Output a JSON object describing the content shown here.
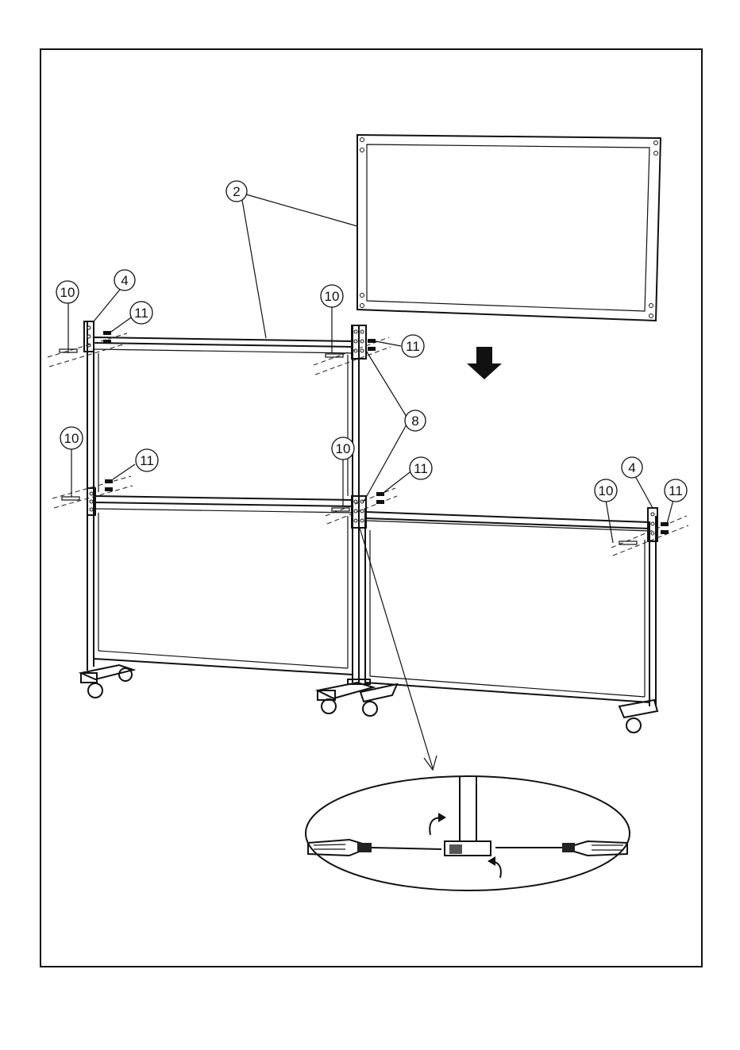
{
  "callouts": [
    {
      "label": "2"
    },
    {
      "label": "4"
    },
    {
      "label": "10"
    },
    {
      "label": "11"
    },
    {
      "label": "10"
    },
    {
      "label": "11"
    },
    {
      "label": "10"
    },
    {
      "label": "11"
    },
    {
      "label": "10"
    },
    {
      "label": "11"
    },
    {
      "label": "8"
    },
    {
      "label": "4"
    },
    {
      "label": "10"
    },
    {
      "label": "11"
    }
  ],
  "icons": {
    "arrow": "down-arrow-icon",
    "rotate_top": "rotate-ccw-icon",
    "rotate_bottom": "rotate-cw-icon",
    "screwdriver": "screwdriver-icon"
  },
  "colors": {
    "ink": "#111111",
    "paper": "#ffffff"
  }
}
